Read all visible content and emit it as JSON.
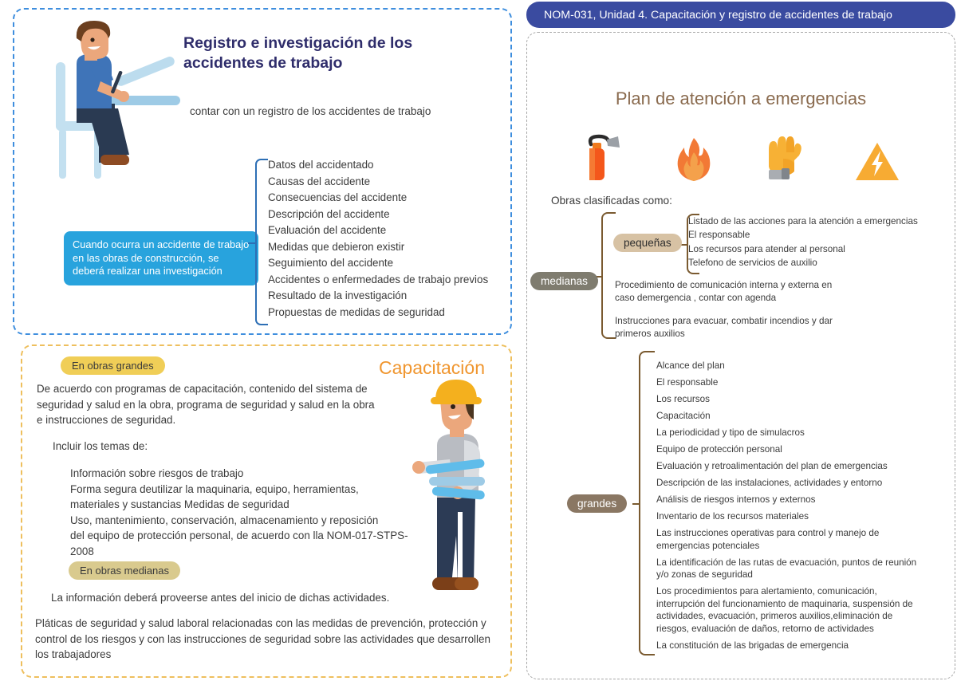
{
  "header": {
    "title": "NOM-031, Unidad 4. Capacitación y registro de accidentes de trabajo",
    "color": "#3a4ba0"
  },
  "panel_registro": {
    "title": "Registro e investigación de los accidentes de trabajo",
    "subtitle": "contar con un registro de los accidentes de trabajo",
    "callout": "Cuando ocurra un accidente de trabajo en las obras de construcción, se deberá realizar una investigación",
    "callout_color": "#28a3dd",
    "border_color": "#3e8ede",
    "illustration": "seated-person-writing-icon",
    "items": [
      "Datos del accidentado",
      "Causas del accidente",
      "Consecuencias del accidente",
      "Descripción del accidente",
      "Evaluación del accidente",
      "Medidas que debieron existir",
      "Seguimiento del accidente",
      "Accidentes o enfermedades de trabajo previos",
      "Resultado de la investigación",
      "Propuestas de medidas de seguridad"
    ]
  },
  "panel_capacitacion": {
    "title": "Capacitación",
    "title_color": "#f0962f",
    "border_color": "#eebf5d",
    "illustration": "construction-worker-icon",
    "tag_grandes": "En obras grandes",
    "tag_grandes_color": "#f0ce57",
    "tag_medianas": "En obras medianas",
    "tag_medianas_color": "#d9ca8e",
    "paragraph_grandes": "De acuerdo con programas de capacitación, contenido del sistema de seguridad y salud en la obra, programa de seguridad y salud en la obra e instrucciones de seguridad.",
    "incluir_label": "Incluir los temas de:",
    "temas": "Información sobre  riesgos de trabajo\nForma segura deutilizar la maquinaria, equipo, herramientas,\nmateriales y sustancias Medidas de seguridad\nUso, mantenimiento, conservación, almacenamiento y reposición\ndel equipo de protección personal, de acuerdo con lla NOM-017-STPS-2008",
    "paragraph_medianas": "La información  deberá proveerse antes del inicio de dichas actividades.",
    "paragraph_platicas": "Pláticas de seguridad y salud laboral relacionadas con las medidas  de prevención, protección y control de los riesgos y con las instrucciones de seguridad sobre las actividades que desarrollen los trabajadores"
  },
  "panel_emergencias": {
    "title": "Plan de atención a emergencias",
    "title_color": "#8a6b4f",
    "border_color": "#a6a6a6",
    "icons": [
      "fire-extinguisher-icon",
      "flame-icon",
      "safety-gloves-icon",
      "electric-hazard-icon"
    ],
    "obras_label": "Obras clasificadas como:",
    "node_medianas": "medianas",
    "node_medianas_color": "#7f7c6f",
    "node_pequenas": "pequeñas",
    "node_pequenas_color": "#d7c2a4",
    "node_grandes": "grandes",
    "node_grandes_color": "#8a7763",
    "bracket_color": "#7a5a30",
    "pequenas_items": [
      "Listado de las acciones para la atención a emergencias",
      "El responsable",
      "Los recursos para atender al personal",
      "Telefono de servicios de auxilio"
    ],
    "medianas_items": [
      "Procedimiento de comunicación interna y externa en caso demergencia , contar con agenda",
      "Instrucciones para evacuar, combatir incendios y dar primeros auxilios"
    ],
    "grandes_items": [
      "Alcance del plan",
      "El responsable",
      "Los recursos",
      "Capacitación",
      "La periodicidad y tipo de simulacros",
      "Equipo de protección personal",
      "Evaluación y retroalimentación del plan de emergencias",
      "Descripción de las instalaciones, actividades y entorno",
      "Análisis de riesgos internos y externos",
      "Inventario de los recursos materiales",
      "Las instrucciones operativas para  control y manejo de  emergencias potenciales",
      "La identificación de las rutas de evacuación, puntos de reunión y/o zonas de seguridad",
      "Los procedimientos para alertamiento, comunicación, interrupción del funcionamiento de maquinaria, suspensión de actividades, evacuación, primeros auxilios,eliminación de riesgos, evaluación de daños, retorno de actividades",
      "La constitución de las brigadas de emergencia"
    ]
  }
}
